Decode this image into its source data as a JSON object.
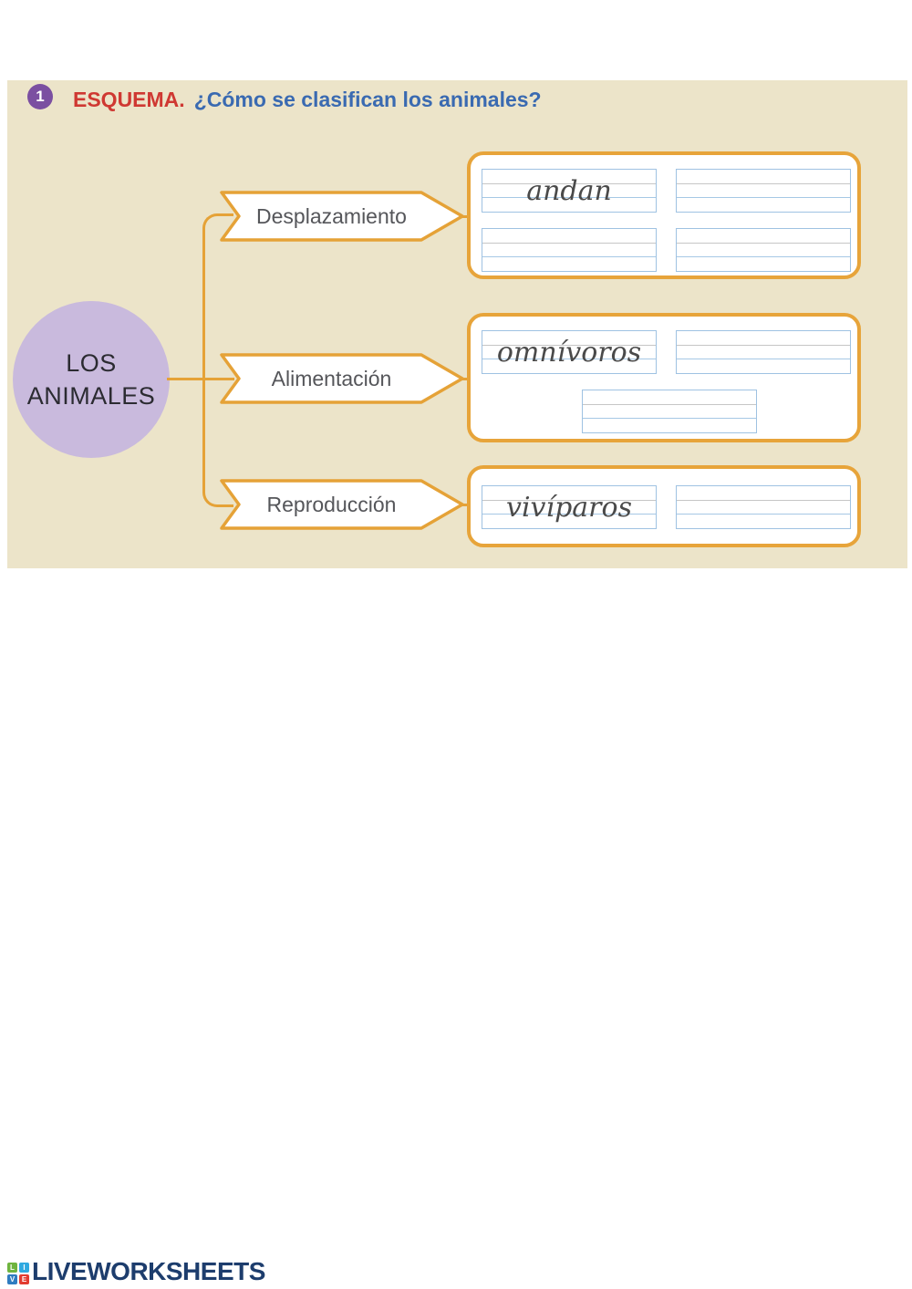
{
  "header": {
    "badge": "1",
    "keyword": "ESQUEMA.",
    "question": "¿Cómo se clasifican los animales?"
  },
  "diagram": {
    "root": "LOS ANIMALES",
    "branches": [
      {
        "label": "Desplazamiento",
        "answers": [
          "andan",
          "",
          "",
          ""
        ]
      },
      {
        "label": "Alimentación",
        "answers": [
          "omnívoros",
          "",
          ""
        ]
      },
      {
        "label": "Reproducción",
        "answers": [
          "vivíparos",
          ""
        ]
      }
    ]
  },
  "footer": {
    "logo_text": "LIVEWORKSHEETS",
    "logo_tiles": [
      {
        "letter": "L",
        "color": "#6fb43f"
      },
      {
        "letter": "I",
        "color": "#2fa9e0"
      },
      {
        "letter": "V",
        "color": "#2f7cc0"
      },
      {
        "letter": "E",
        "color": "#e23b30"
      }
    ]
  },
  "colors": {
    "panel_bg": "#ece4c9",
    "accent_orange": "#e5a237",
    "box_border_orange": "#e7a43a",
    "circle_purple": "#c9badd",
    "badge_purple": "#7b4fa1",
    "keyword_red": "#cf3832",
    "title_blue": "#3a6ab1",
    "field_line_blue": "#a6c8e5",
    "handwriting_gray": "#4a4a4a",
    "logo_navy": "#1d3d6d"
  }
}
